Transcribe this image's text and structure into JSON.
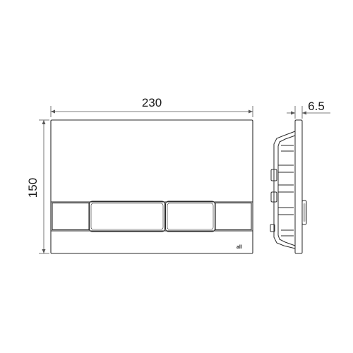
{
  "drawing": {
    "line_color": "#2a2a2a",
    "dimension_line_color": "#555555",
    "text_color": "#1a1a1a"
  },
  "front_view": {
    "width_label": "230",
    "height_label": "150",
    "logo_label": "all"
  },
  "side_view": {
    "depth_label": "6.5"
  }
}
